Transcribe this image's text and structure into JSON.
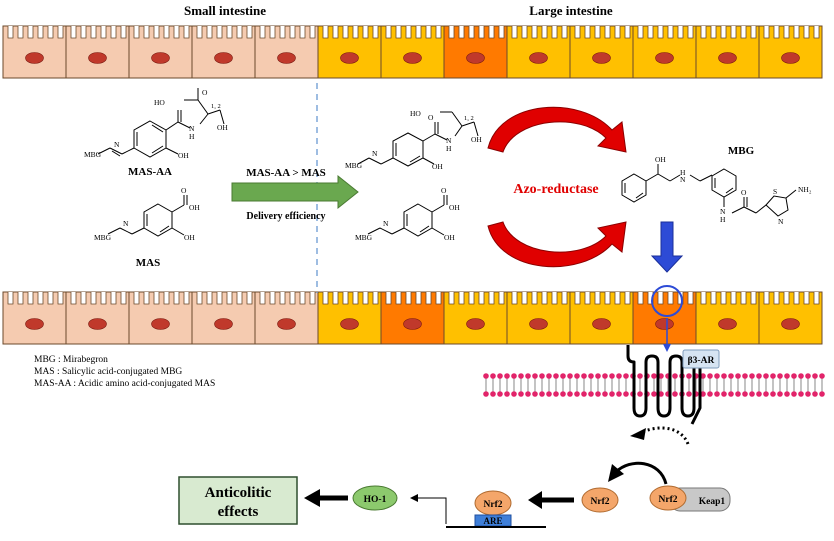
{
  "regions": {
    "small": "Small intestine",
    "large": "Large intestine"
  },
  "compounds": {
    "mas_aa": "MAS-AA",
    "mas": "MAS",
    "mbg": "MBG",
    "mbg_stub": "MBG",
    "chain_label": "1, 2"
  },
  "delivery": {
    "comparison": "MAS-AA > MAS",
    "subtitle": "Delivery efficiency"
  },
  "enzyme": "Azo-reductase",
  "legend": [
    "MBG : Mirabegron",
    "MAS : Salicylic acid-conjugated MBG",
    "MAS-AA  : Acidic amino acid-conjugated MAS"
  ],
  "receptor": "β3-AR",
  "pathway": {
    "nrf2": "Nrf2",
    "keap1": "Keap1",
    "are": "ARE",
    "ho1": "HO-1"
  },
  "outcome": {
    "line1": "Anticolitic",
    "line2": "effects"
  },
  "atoms": {
    "oh": "OH",
    "ho": "HO",
    "n": "N",
    "nh2": "NH₂",
    "s": "S",
    "h": "H",
    "o": "O"
  },
  "colors": {
    "small_cell": "#f5cbb0",
    "large_cell": "#ffc000",
    "highlight_cell": "#ff7a00",
    "nucleus": "#c0392b",
    "arrow_green": "#6aa84f",
    "arrow_red": "#e00000",
    "arrow_blue": "#2d4bd6",
    "nrf2": "#f4a66a",
    "keap1": "#c8c8c8",
    "ho1": "#8cc96d",
    "are": "#3f7fd8",
    "outcome_box": "#d8ead0"
  }
}
